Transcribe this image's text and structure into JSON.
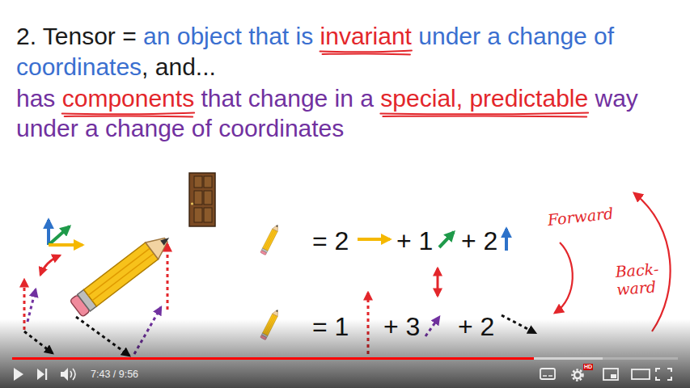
{
  "diagram": {
    "labels": [
      "2. Tensor =",
      "an object that is",
      "invariant",
      "under a change of",
      "coordinates",
      ", and...",
      "has",
      "components",
      "that change in a",
      "special, predictable",
      "way",
      "under a change of coordinates",
      "= 2",
      "+ 1",
      "+ 2",
      "= 1",
      "+ 3",
      "+ 2",
      "Forward",
      "Back- ward",
      "7:43 / 9:56",
      "HD"
    ]
  }
}
